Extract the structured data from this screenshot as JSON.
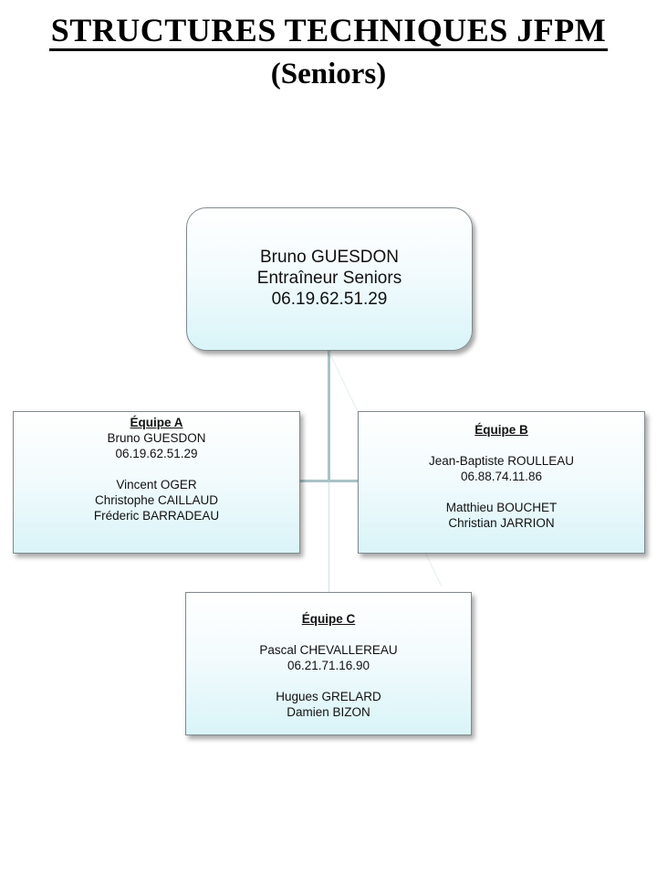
{
  "header": {
    "title": "STRUCTURES TECHNIQUES JFPM",
    "subtitle": "(Seniors)"
  },
  "head_coach": {
    "name": "Bruno GUESDON",
    "role": "Entraîneur Seniors",
    "phone": "06.19.62.51.29"
  },
  "teams": {
    "a": {
      "title": "Équipe A",
      "coach_name": "Bruno GUESDON",
      "coach_phone": "06.19.62.51.29",
      "members": [
        "Vincent OGER",
        "Christophe CAILLAUD",
        "Fréderic BARRADEAU"
      ]
    },
    "b": {
      "title": "Équipe B",
      "coach_name": "Jean-Baptiste ROULLEAU",
      "coach_phone": "06.88.74.11.86",
      "members": [
        "Matthieu BOUCHET",
        "Christian JARRION"
      ]
    },
    "c": {
      "title": "Équipe C",
      "coach_name": "Pascal CHEVALLEREAU",
      "coach_phone": "06.21.71.16.90",
      "members": [
        "Hugues GRELARD",
        "Damien BIZON"
      ]
    }
  }
}
